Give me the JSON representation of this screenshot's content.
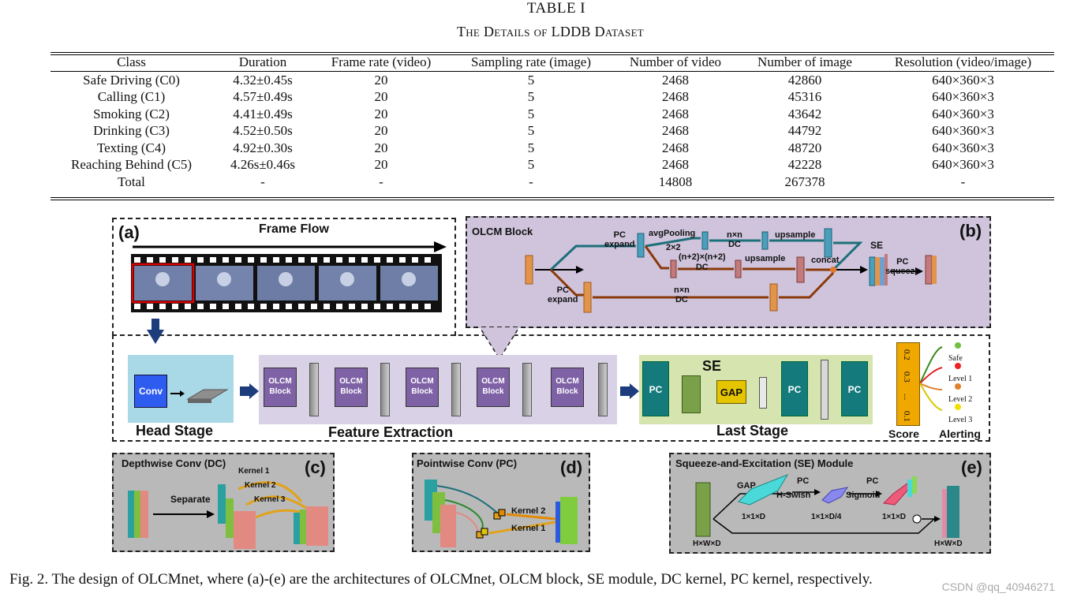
{
  "table": {
    "caption": "TABLE I",
    "subcaption": "The Details of LDDB Dataset",
    "headers": [
      "Class",
      "Duration",
      "Frame rate (video)",
      "Sampling rate (image)",
      "Number of video",
      "Number of image",
      "Resolution (video/image)"
    ],
    "rows": [
      [
        "Safe Driving (C0)",
        "4.32±0.45s",
        "20",
        "5",
        "2468",
        "42860",
        "640×360×3"
      ],
      [
        "Calling (C1)",
        "4.57±0.49s",
        "20",
        "5",
        "2468",
        "45316",
        "640×360×3"
      ],
      [
        "Smoking (C2)",
        "4.41±0.49s",
        "20",
        "5",
        "2468",
        "43642",
        "640×360×3"
      ],
      [
        "Drinking (C3)",
        "4.52±0.50s",
        "20",
        "5",
        "2468",
        "44792",
        "640×360×3"
      ],
      [
        "Texting (C4)",
        "4.92±0.30s",
        "20",
        "5",
        "2468",
        "48720",
        "640×360×3"
      ],
      [
        "Reaching Behind (C5)",
        "4.26s±0.46s",
        "20",
        "5",
        "2468",
        "42228",
        "640×360×3"
      ],
      [
        "Total",
        "-",
        "-",
        "-",
        "14808",
        "267378",
        "-"
      ]
    ]
  },
  "figure": {
    "panel_a": {
      "label": "(a)",
      "frame_flow": "Frame Flow"
    },
    "panel_b": {
      "label": "(b)",
      "title": "OLCM Block",
      "texts": {
        "pc_expand_top": "PC\nexpand",
        "avgpooling": "avgPooling",
        "pool_size": "2×2",
        "nn_dc_top": "n×n\nDC",
        "upsample_top": "upsample",
        "n2_dc": "(n+2)×(n+2)\nDC",
        "upsample_mid": "upsample",
        "concat": "concat",
        "se": "SE",
        "pc_squeeze": "PC\nsqueeze",
        "pc_expand_bottom": "PC\nexpand",
        "nn_dc_bottom": "n×n\nDC"
      }
    },
    "head_stage": {
      "label": "Head Stage",
      "conv": "Conv"
    },
    "feature_extraction": {
      "label": "Feature Extraction",
      "block_label": "OLCM\nBlock",
      "block_count": 5
    },
    "last_stage": {
      "label": "Last Stage",
      "pc": "PC",
      "se": "SE",
      "gap": "GAP"
    },
    "score": {
      "label": "Score",
      "values": [
        "0.2",
        "0.3",
        "...",
        "0.1"
      ]
    },
    "alerting": {
      "label": "Alerting",
      "levels": [
        "Safe",
        "Level 1",
        "Level 2",
        "Level 3"
      ]
    },
    "panel_c": {
      "label": "(c)",
      "title": "Depthwise Conv (DC)",
      "separate": "Separate",
      "kernels": [
        "Kernel 1",
        "Kernel 2",
        "Kernel 3"
      ]
    },
    "panel_d": {
      "label": "(d)",
      "title": "Pointwise Conv (PC)",
      "kernels": [
        "Kernel 2",
        "Kernel 1"
      ]
    },
    "panel_e": {
      "label": "(e)",
      "title": "Squeeze-and-Excitation (SE) Module",
      "gap": "GAP",
      "pc1": "PC",
      "hswish": "H-Swish",
      "pc2": "PC",
      "sigmoid": "Sigmoid",
      "dim1": "1×1×D",
      "dim2": "1×1×D/4",
      "dim3": "1×1×D",
      "hwd_in": "H×W×D",
      "hwd_out": "H×W×D"
    }
  },
  "caption": "Fig. 2.   The design of OLCMnet, where (a)-(e) are the architectures of OLCMnet, OLCM block, SE module, DC kernel, PC kernel, respectively.",
  "watermark": "CSDN @qq_40946271",
  "colors": {
    "purple_block": "#7f62a6",
    "teal": "#147a7c",
    "head_bg": "#a9d8e6",
    "feat_bg": "#d9d2e6",
    "last_bg": "#d6e5b0",
    "olcm_bg": "#cfc4dc",
    "gap_yellow": "#e5c400",
    "score_orange": "#f0a800"
  }
}
